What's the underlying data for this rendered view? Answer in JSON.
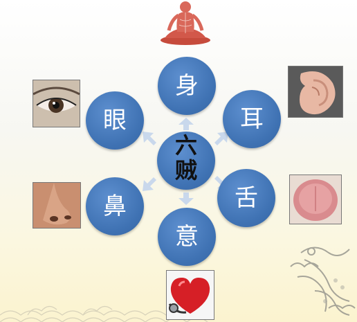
{
  "diagram": {
    "center": {
      "line1": "六",
      "line2": "贼"
    },
    "nodes": {
      "body": "身",
      "ear": "耳",
      "tongue": "舌",
      "mind": "意",
      "nose": "鼻",
      "eye": "眼"
    }
  },
  "icons": {
    "top": "meditation-figure-icon",
    "ear": "ear-photo-icon",
    "tongue": "tongue-photo-icon",
    "mind": "heart-stethoscope-icon",
    "nose": "nose-photo-icon",
    "eye": "eye-photo-icon"
  },
  "colors": {
    "node_fill": "#3f72b3",
    "arrow": "#c9d8ec",
    "center_text": "#111111"
  }
}
